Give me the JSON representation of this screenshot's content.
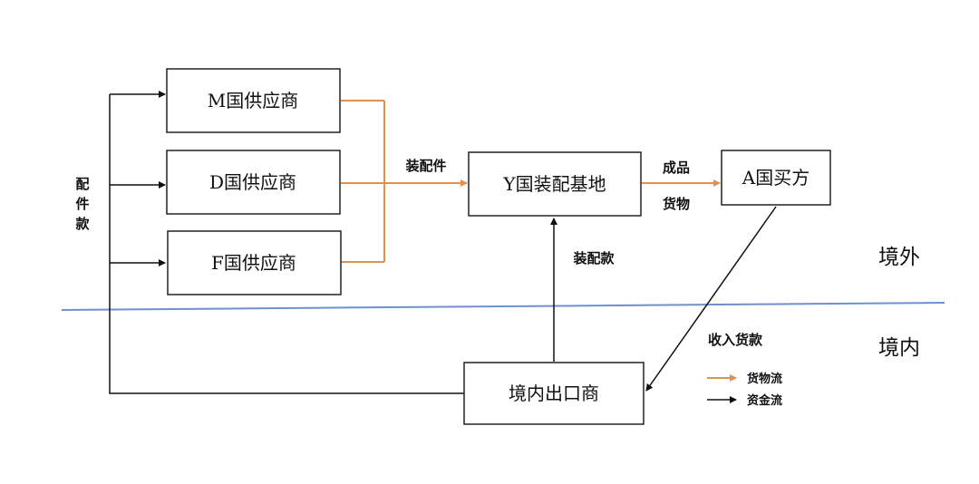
{
  "nodes": {
    "m_supplier": "M国供应商",
    "d_supplier": "D国供应商",
    "f_supplier": "F国供应商",
    "y_base": "Y国装配基地",
    "a_buyer": "A国买方",
    "domestic_exporter": "境内出口商"
  },
  "labels": {
    "parts": "装配件",
    "finished_goods_1": "成品",
    "finished_goods_2": "货物",
    "assembly_payment": "装配款",
    "sales_receipt": "收入货款",
    "parts_payment_chars": [
      "配",
      "件",
      "款"
    ]
  },
  "regions": {
    "overseas": "境外",
    "domestic": "境内"
  },
  "legend": {
    "goods_flow": "货物流",
    "capital_flow": "资金流"
  },
  "colors": {
    "goods_flow": "#e0914f",
    "capital_flow": "#111111",
    "border_line": "#6f8fd0"
  }
}
